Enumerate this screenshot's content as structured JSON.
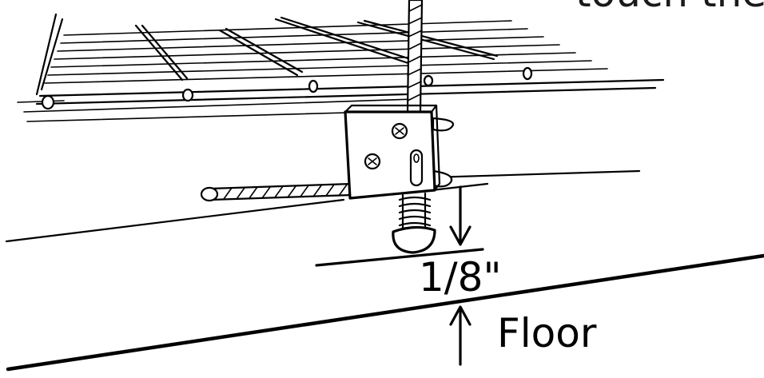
{
  "caption_text": "touch the",
  "measurement_label": "1/8\"",
  "floor_label": "Floor",
  "colors": {
    "line": "#000000",
    "background": "#ffffff",
    "caption": "#1a1a1a"
  },
  "icons": {
    "down_arrow": "down-arrow-icon",
    "up_arrow": "up-arrow-icon"
  }
}
